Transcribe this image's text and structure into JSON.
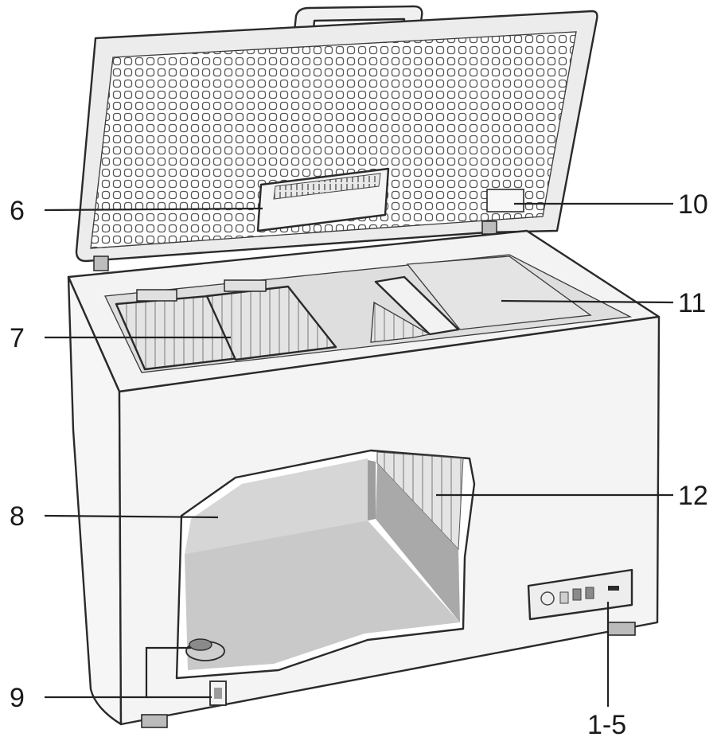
{
  "callouts": [
    {
      "id": "c6",
      "label": "6"
    },
    {
      "id": "c7",
      "label": "7"
    },
    {
      "id": "c8",
      "label": "8"
    },
    {
      "id": "c9",
      "label": "9"
    },
    {
      "id": "c10",
      "label": "10"
    },
    {
      "id": "c11",
      "label": "11"
    },
    {
      "id": "c12",
      "label": "12"
    },
    {
      "id": "c15",
      "label": "1-5"
    }
  ],
  "colors": {
    "outline": "#2a2a2a",
    "body": "#f2f2f2",
    "lid": "#ededed",
    "interior": "#d9d9d9",
    "cutaway_shadow": "#a9a9a9"
  }
}
